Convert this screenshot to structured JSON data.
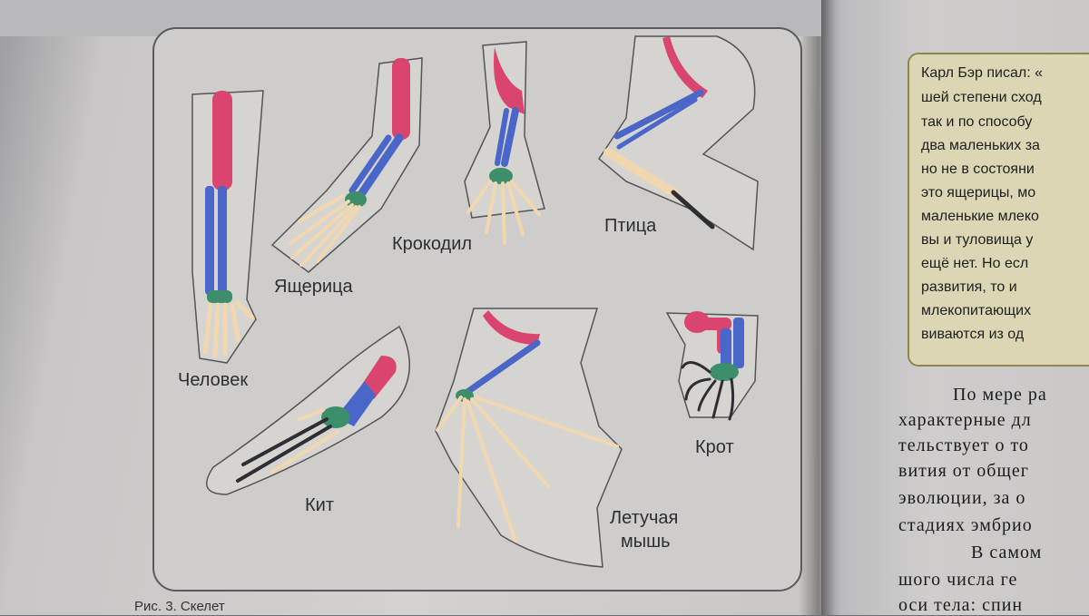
{
  "figure": {
    "labels": {
      "human": "Человек",
      "lizard": "Ящерица",
      "crocodile": "Крокодил",
      "bird": "Птица",
      "whale": "Кит",
      "bat_line1": "Летучая",
      "bat_line2": "мышь",
      "mole": "Крот"
    },
    "caption": "Рис. 3. Скелет"
  },
  "note_box": {
    "lines": [
      "Карл Бэр писал: «",
      "шей степени сход",
      "так и по способу",
      "два маленьких за",
      "но не в состояни",
      "это ящерицы, мо",
      "маленькие млеко",
      "вы и туловища у",
      "ещё нет. Но есл",
      "развития, то и",
      "млекопитающих",
      "виваются из од"
    ]
  },
  "body_text": {
    "lines": [
      "По мере ра",
      "характерные дл",
      "тельствует о то",
      "вития от общег",
      "эволюции, за о",
      "стадиях эмбрио",
      "В самом",
      "шого числа ге",
      "оси тела: спин"
    ]
  },
  "colors": {
    "humerus": "#d9456f",
    "forearm": "#4a66c8",
    "carpals": "#3c8f6a",
    "digits": "#f0d7b0",
    "claws": "#2f2f33",
    "membrane": "#d8d6d2"
  }
}
